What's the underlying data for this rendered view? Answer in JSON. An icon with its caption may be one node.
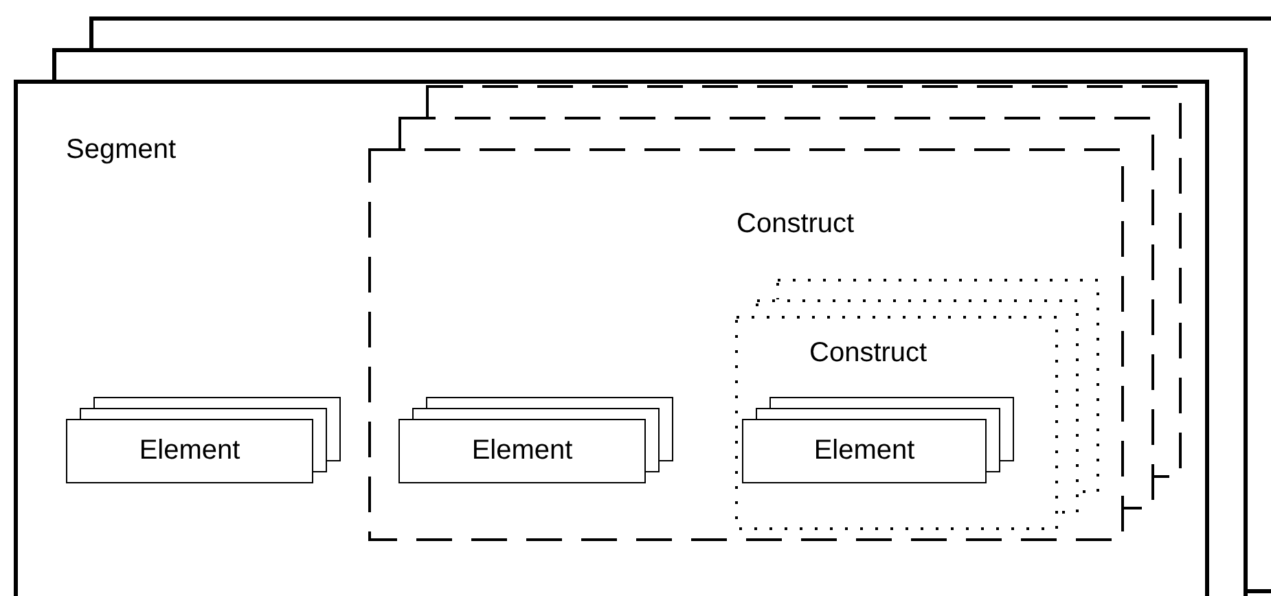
{
  "diagram": {
    "nodes": [
      {
        "text": [
          "Segment"
        ]
      },
      {
        "text": [
          "Element"
        ],
        "in": 0
      },
      {
        "text": [
          "Construct"
        ],
        "in": 0
      },
      {
        "text": [
          "Element"
        ],
        "in": 2
      },
      {
        "text": [
          "Construct"
        ],
        "in": 2
      },
      {
        "text": [
          "Element"
        ],
        "in": 4
      }
    ]
  }
}
